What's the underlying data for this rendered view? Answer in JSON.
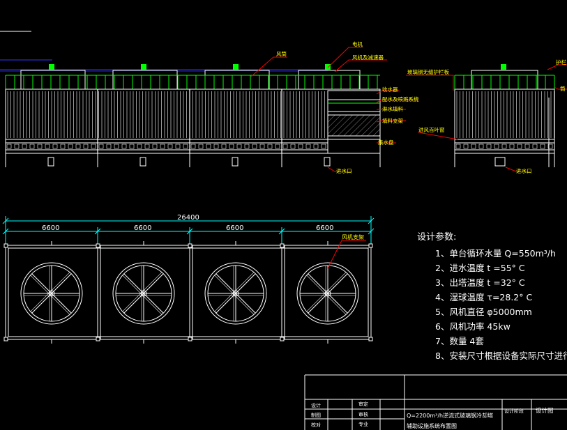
{
  "elevation_labels": {
    "fan_duct": "风筒",
    "motor": "电机",
    "fan_reducer": "风机及减速器",
    "glass_fiber_guard": "玻璃钢无缝护栏板",
    "guardrail": "护栏",
    "water_collector": "收水器",
    "water_distribution": "配水及喷溅系统",
    "fill": "淋水填料",
    "fill_support": "填料支架",
    "inlet_louver": "进风百叶窗",
    "basin": "集水盘",
    "inlet_left": "进水口",
    "inlet_right": "进水口",
    "right_edge": "筒"
  },
  "plan": {
    "total_dim": "26400",
    "segment_dims": [
      "6600",
      "6600",
      "6600",
      "6600"
    ],
    "fan_support_label": "风机支架"
  },
  "design_params": {
    "title": "设计参数:",
    "lines": [
      "1、单台循环水量 Q=550m³/h",
      "2、进水温度 t =55° C",
      "3、出塔温度 t =32° C",
      "4、湿球温度 τ=28.2° C",
      "5、风机直径 φ5000mm",
      "6、风机功率 45kw",
      "7、数量 4套",
      "8、安装尺寸根据设备实际尺寸进行"
    ]
  },
  "title_block": {
    "design": "设计",
    "draw": "制图",
    "check": "校对",
    "review": "审定",
    "audit": "审核",
    "specialty": "专业",
    "project": "Q=2200m³/h逆流式玻璃钢冷却塔",
    "drawing_name": "辅助设施系统布置图",
    "stage_label": "设计阶段",
    "stage_value": "设计图"
  },
  "colors": {
    "background": "#000000",
    "line": "#ffffff",
    "guardrail": "#00ff00",
    "dimension": "#00ffff",
    "leader": "#ff0000",
    "water_line": "#3333ff",
    "label": "#ffff00"
  }
}
